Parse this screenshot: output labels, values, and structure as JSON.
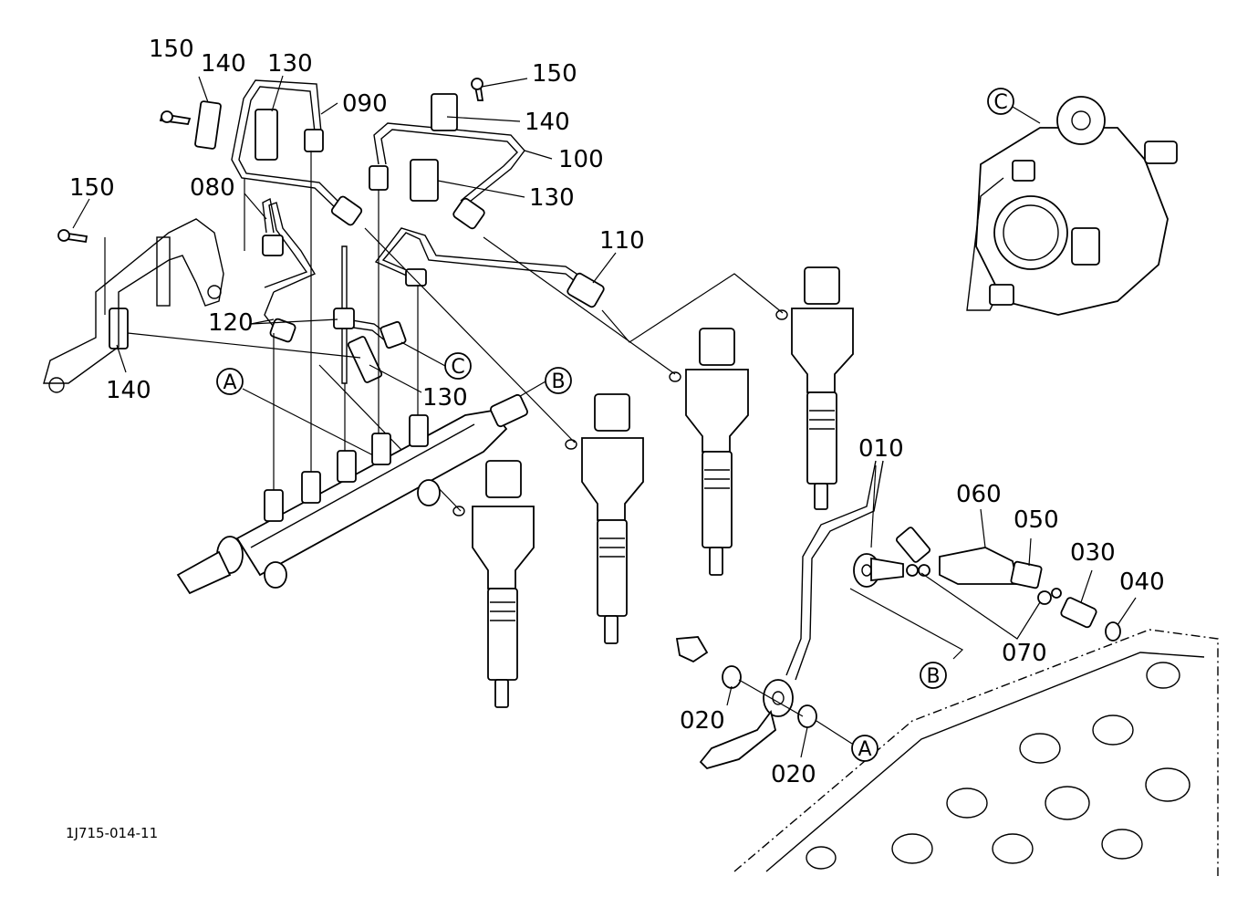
{
  "diagram": {
    "code": "1J715-014-11",
    "labels": {
      "l150a": "150",
      "l140a": "140",
      "l130a": "130",
      "l090": "090",
      "l150b": "150",
      "l140b": "140",
      "l100": "100",
      "l130b": "130",
      "l150c": "150",
      "l080": "080",
      "l110": "110",
      "l120": "120",
      "l140c": "140",
      "l130c": "130",
      "l010": "010",
      "l060": "060",
      "l050": "050",
      "l030": "030",
      "l040": "040",
      "l070": "070",
      "l020a": "020",
      "l020b": "020"
    },
    "refs": {
      "rA1": "A",
      "rB1": "B",
      "rC1": "C",
      "rC2": "C",
      "rB2": "B",
      "rA2": "A"
    }
  }
}
